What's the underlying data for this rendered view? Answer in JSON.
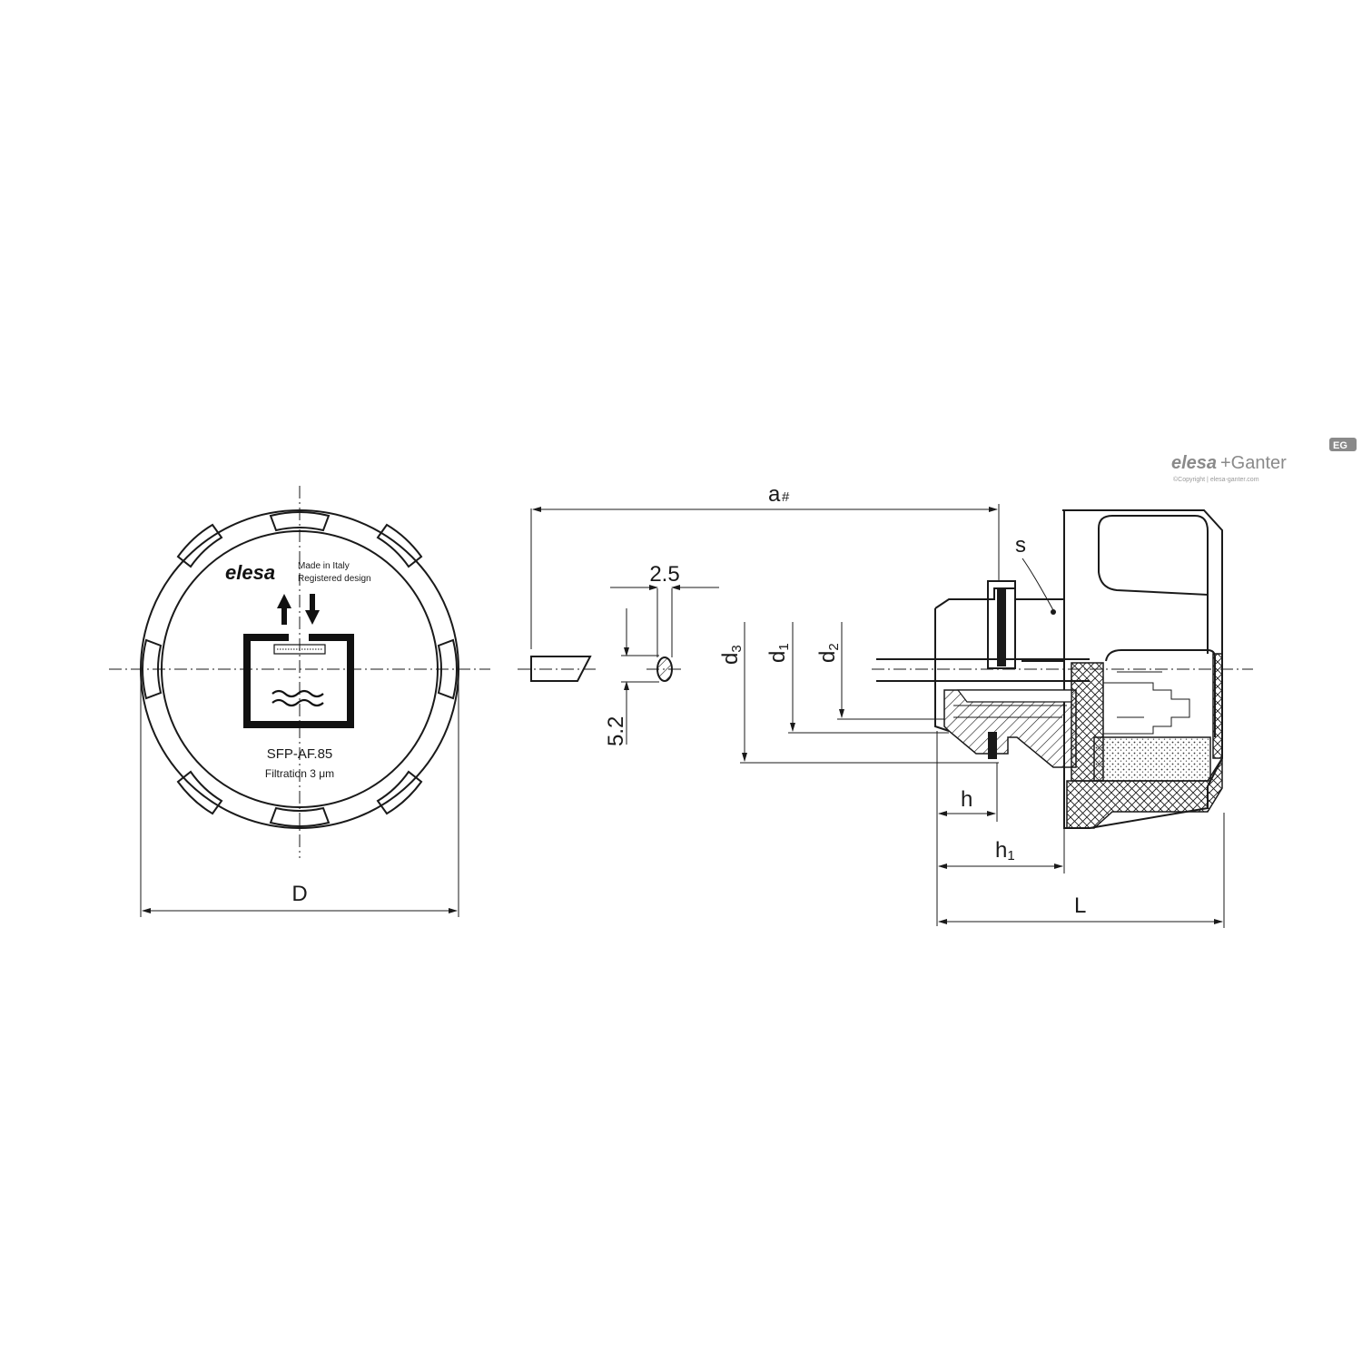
{
  "brand": {
    "name_bold": "elesa",
    "name_rest": "+Ganter",
    "copyright": "©Copyright | elesa-ganter.com",
    "badge": "EG"
  },
  "front_view": {
    "logo": "elesa",
    "made_in": "Made in Italy",
    "registered": "Registered design",
    "model": "SFP-AF.85",
    "filtration": "Filtration 3 μm",
    "dim_D": "D"
  },
  "side_view": {
    "dim_a": "a",
    "dim_a_mark": "#",
    "dim_s": "s",
    "dim_2_5": "2.5",
    "dim_5_2": "5.2",
    "dim_d3": "d",
    "dim_d3_sub": "3",
    "dim_d1": "d",
    "dim_d1_sub": "1",
    "dim_d2": "d",
    "dim_d2_sub": "2",
    "dim_h": "h",
    "dim_h1": "h",
    "dim_h1_sub": "1",
    "dim_L": "L"
  },
  "colors": {
    "line": "#1a1a1a",
    "brand_grey": "#8a8a8a"
  }
}
